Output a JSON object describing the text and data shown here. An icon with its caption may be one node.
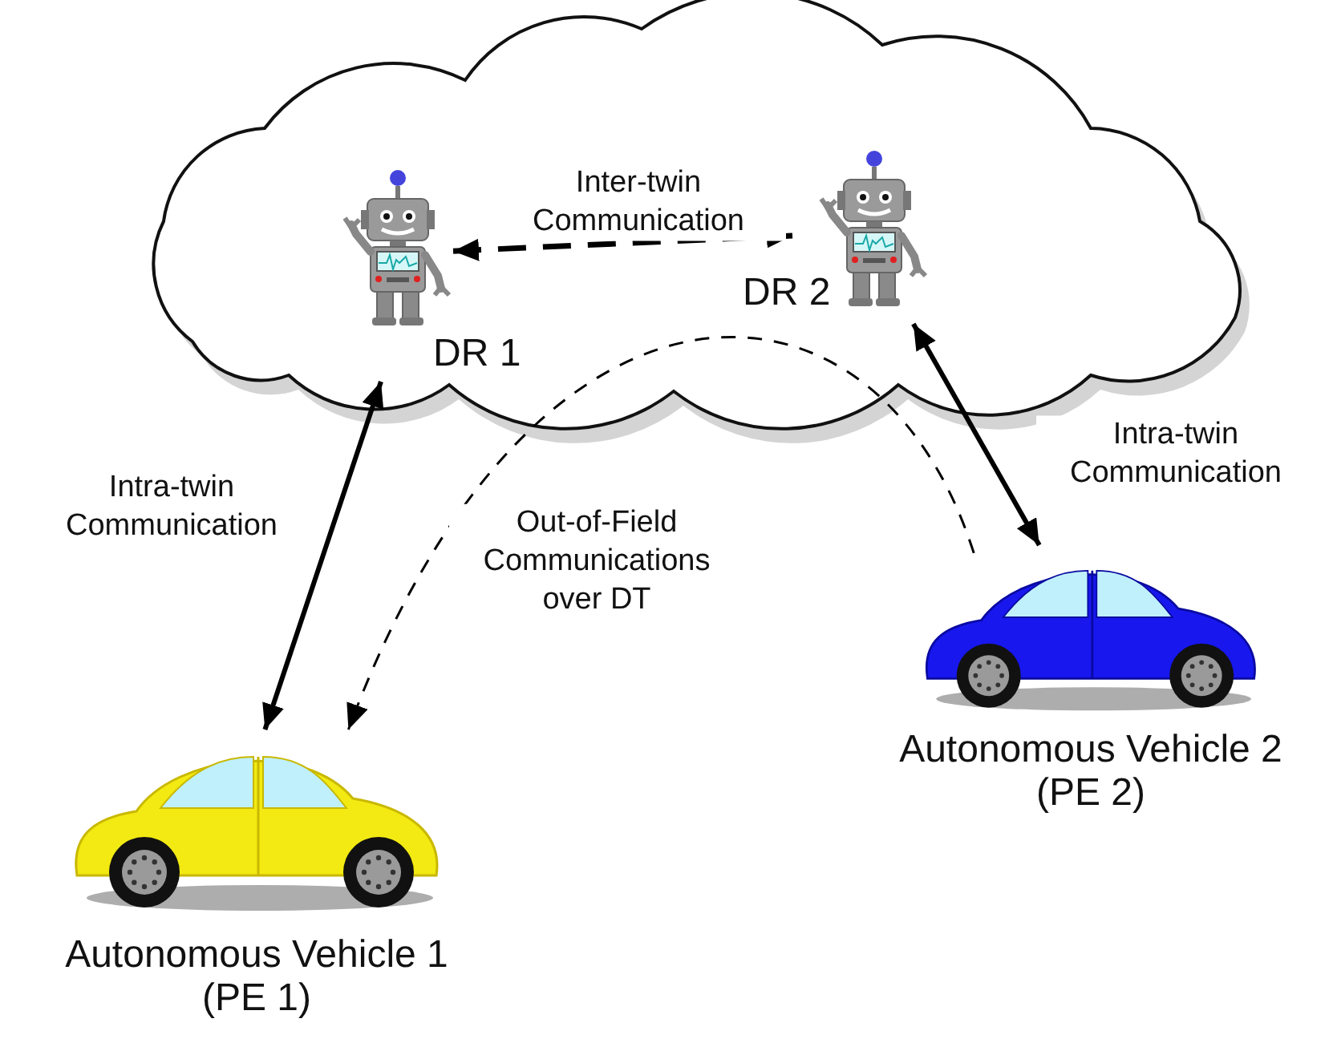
{
  "diagram": {
    "nodes": [
      {
        "text": [],
        "shape": "cloud"
      },
      {
        "text": [
          "DR 1"
        ],
        "in": 0
      },
      {
        "text": [
          "DR 2"
        ],
        "in": 0
      },
      {
        "text": [
          "Autonomous Vehicle 1 (PE 1)"
        ]
      },
      {
        "text": [
          "Autonomous Vehicle 2 (PE 2)"
        ]
      }
    ],
    "edges": [
      {
        "from": 1,
        "to": 2,
        "arrow": "both",
        "style": "dashed",
        "label": "Inter-twin Communication"
      },
      {
        "from": 1,
        "to": 3,
        "arrow": "both",
        "label": "Intra-twin Communication"
      },
      {
        "from": 2,
        "to": 4,
        "arrow": "both",
        "label": "Intra-twin Communication"
      },
      {
        "from": 4,
        "to": 3,
        "arrow": "to",
        "style": "dashed",
        "label": "Out-of-Field Communications over DT"
      }
    ]
  }
}
